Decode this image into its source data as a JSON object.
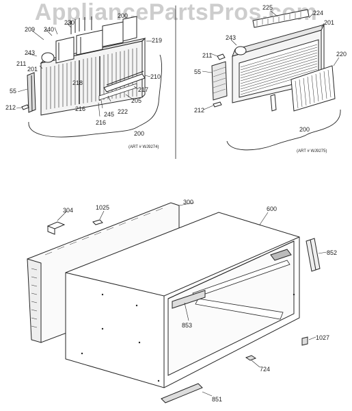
{
  "watermark": "AppliancePartsPros.com",
  "top_left": {
    "labels": [
      "209",
      "240",
      "230",
      "219",
      "212",
      "200",
      "211",
      "243",
      "201",
      "218",
      "55",
      "210",
      "217",
      "205",
      "222",
      "245",
      "216",
      "216",
      "200"
    ],
    "art_ref": "(ART # WJ9274)"
  },
  "top_right": {
    "labels": [
      "225",
      "224",
      "201",
      "243",
      "220",
      "211",
      "55",
      "212",
      "200"
    ],
    "art_ref": "(ART # WJ9275)"
  },
  "bottom": {
    "labels": [
      "304",
      "1025",
      "300",
      "600",
      "852",
      "853",
      "1027",
      "724",
      "851"
    ]
  }
}
